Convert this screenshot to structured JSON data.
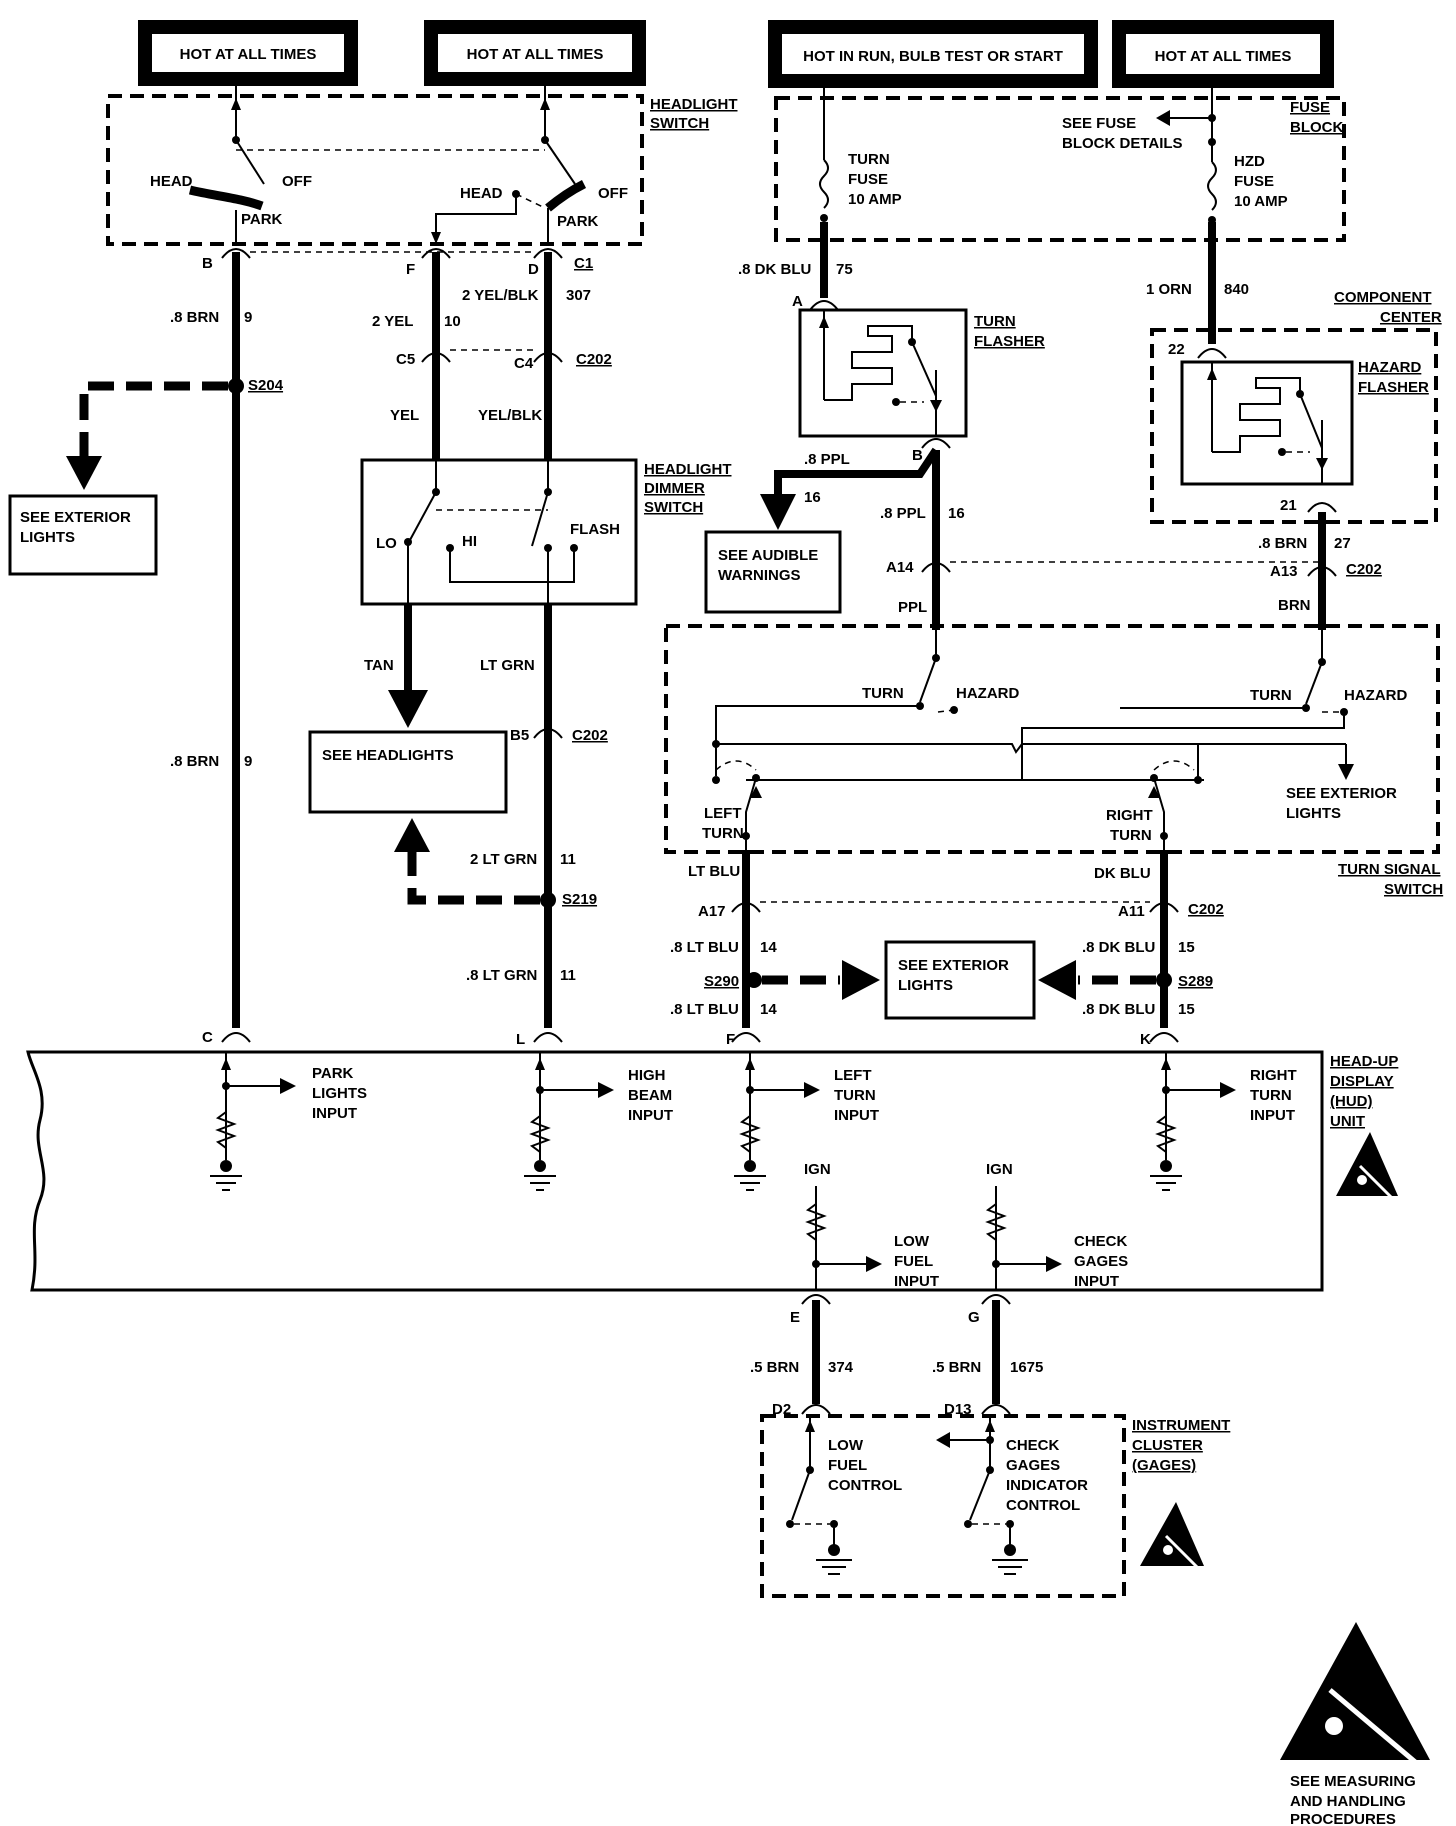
{
  "power": [
    {
      "id": "p1",
      "label": "HOT AT ALL TIMES"
    },
    {
      "id": "p2",
      "label": "HOT AT ALL TIMES"
    },
    {
      "id": "p3",
      "label": "HOT IN RUN, BULB TEST OR START"
    },
    {
      "id": "p4",
      "label": "HOT AT ALL TIMES"
    }
  ],
  "components": {
    "headlight_switch": [
      "HEADLIGHT",
      "SWITCH"
    ],
    "fuse_block": [
      "FUSE",
      "BLOCK"
    ],
    "see_fuse_block": [
      "SEE FUSE",
      "BLOCK DETAILS"
    ],
    "turn_fuse": [
      "TURN",
      "FUSE",
      "10 AMP"
    ],
    "hzd_fuse": [
      "HZD",
      "FUSE",
      "10 AMP"
    ],
    "turn_flasher": [
      "TURN",
      "FLASHER"
    ],
    "component_center": [
      "COMPONENT",
      "CENTER"
    ],
    "hazard_flasher": [
      "HAZARD",
      "FLASHER"
    ],
    "dimmer_switch": [
      "HEADLIGHT",
      "DIMMER",
      "SWITCH"
    ],
    "turn_signal_switch": [
      "TURN SIGNAL",
      "SWITCH"
    ],
    "hud_unit": [
      "HEAD-UP",
      "DISPLAY",
      "(HUD)",
      "UNIT"
    ],
    "instrument_cluster": [
      "INSTRUMENT",
      "CLUSTER",
      "(GAGES)"
    ]
  },
  "switch_labels": {
    "head": "HEAD",
    "off": "OFF",
    "park": "PARK",
    "lo": "LO",
    "hi": "HI",
    "flash": "FLASH",
    "turn": "TURN",
    "hazard": "HAZARD",
    "left_turn": [
      "LEFT",
      "TURN"
    ],
    "right_turn": [
      "RIGHT",
      "TURN"
    ]
  },
  "references": {
    "ext1": [
      "SEE EXTERIOR",
      "LIGHTS"
    ],
    "headlights": [
      "SEE HEADLIGHTS"
    ],
    "audible": [
      "SEE AUDIBLE",
      "WARNINGS"
    ],
    "ext2": [
      "SEE EXTERIOR",
      "LIGHTS"
    ],
    "ext3": [
      "SEE EXTERIOR",
      "LIGHTS"
    ]
  },
  "hud_inputs": {
    "park": [
      "PARK",
      "LIGHTS",
      "INPUT"
    ],
    "high": [
      "HIGH",
      "BEAM",
      "INPUT"
    ],
    "left": [
      "LEFT",
      "TURN",
      "INPUT"
    ],
    "right": [
      "RIGHT",
      "TURN",
      "INPUT"
    ],
    "fuel": [
      "LOW",
      "FUEL",
      "INPUT"
    ],
    "gages": [
      "CHECK",
      "GAGES",
      "INPUT"
    ],
    "ign": "IGN"
  },
  "cluster_controls": {
    "fuel": [
      "LOW",
      "FUEL",
      "CONTROL"
    ],
    "gages": [
      "CHECK",
      "GAGES",
      "INDICATOR",
      "CONTROL"
    ]
  },
  "measuring": [
    "SEE MEASURING",
    "AND HANDLING",
    "PROCEDURES"
  ],
  "wires": {
    "brn9": [
      ".8 BRN",
      "9"
    ],
    "yel10": [
      "2 YEL",
      "10"
    ],
    "yelblk307": [
      "2 YEL/BLK",
      "307"
    ],
    "yel": "YEL",
    "yelblk": "YEL/BLK",
    "tan": "TAN",
    "ltgrn": "LT GRN",
    "ltgrn11a": [
      "2 LT GRN",
      "11"
    ],
    "ltgrn11b": [
      ".8 LT GRN",
      "11"
    ],
    "dkblu75": [
      ".8 DK BLU",
      "75"
    ],
    "orn840": [
      "1 ORN",
      "840"
    ],
    "ppl16a": [
      ".8 PPL",
      "16"
    ],
    "ppl16b": [
      ".8 PPL",
      "16"
    ],
    "ppl": "PPL",
    "brn27": [
      ".8 BRN",
      "27"
    ],
    "brn": "BRN",
    "ltblu": "LT BLU",
    "dkblu": "DK BLU",
    "ltblu14": [
      ".8 LT BLU",
      "14"
    ],
    "dkblu15": [
      ".8 DK BLU",
      "15"
    ],
    "brn374": [
      ".5 BRN",
      "374"
    ],
    "brn1675": [
      ".5 BRN",
      "1675"
    ]
  },
  "connectors": {
    "B": "B",
    "F": "F",
    "D": "D",
    "C1": "C1",
    "C5": "C5",
    "C4": "C4",
    "C202": "C202",
    "S204": "S204",
    "S219": "S219",
    "S290": "S290",
    "S289": "S289",
    "A": "A",
    "B2": "B",
    "22": "22",
    "21": "21",
    "A14": "A14",
    "A13": "A13",
    "B5": "B5",
    "A17": "A17",
    "A11": "A11",
    "C": "C",
    "L": "L",
    "F2": "F",
    "K": "K",
    "E": "E",
    "G": "G",
    "D2": "D2",
    "D13": "D13"
  }
}
